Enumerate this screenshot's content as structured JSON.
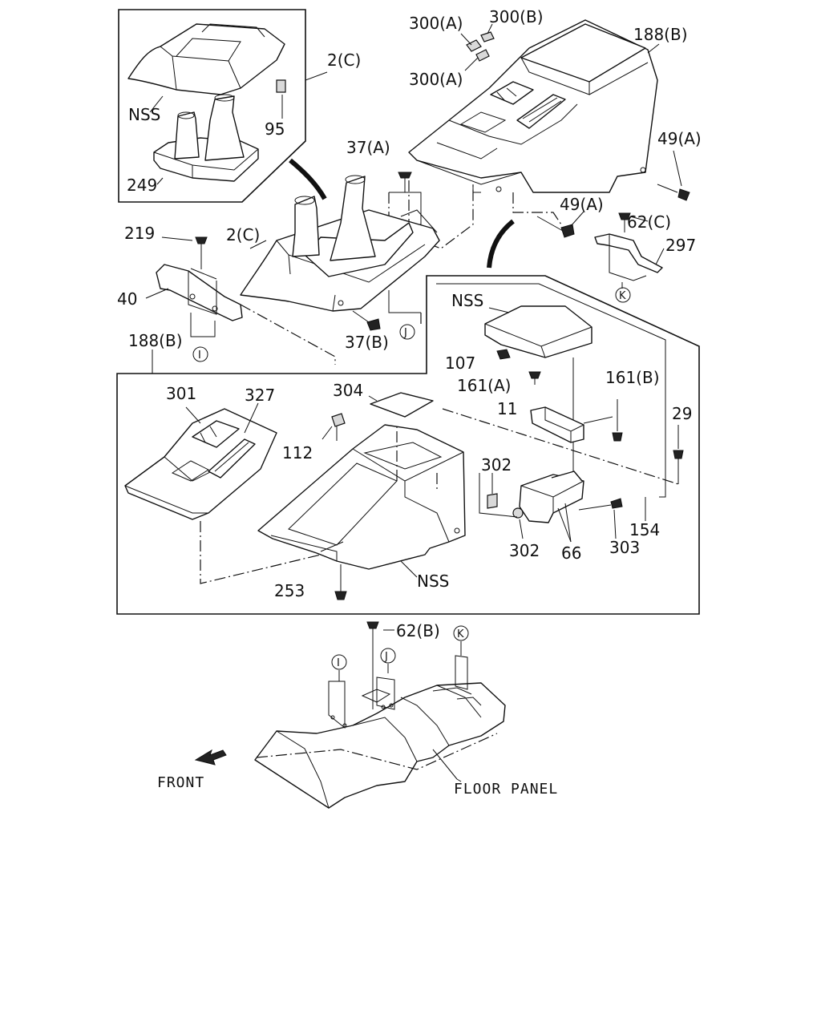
{
  "diagram": {
    "labels": {
      "l300a_top": "300(A)",
      "l300b": "300(B)",
      "l300a_bot": "300(A)",
      "l188b_top": "188(B)",
      "l2c_top": "2(C)",
      "lnss_top": "NSS",
      "l95": "95",
      "l249": "249",
      "l37a": "37(A)",
      "l49a_right": "49(A)",
      "l49a_mid": "49(A)",
      "l62c": "62(C)",
      "l297": "297",
      "l219": "219",
      "l2c_mid": "2(C)",
      "l40": "40",
      "l37b": "37(B)",
      "l188b_mid": "188(B)",
      "lnss_lid": "NSS",
      "l107": "107",
      "l161a": "161(A)",
      "l161b": "161(B)",
      "l11": "11",
      "l29": "29",
      "l301": "301",
      "l327": "327",
      "l304": "304",
      "l112": "112",
      "l302_top": "302",
      "l302_bot": "302",
      "l66": "66",
      "l303": "303",
      "l154": "154",
      "lnss_console": "NSS",
      "l253": "253",
      "l62b": "62(B)",
      "front": "FRONT",
      "floor_panel": "FLOOR PANEL"
    },
    "markers": {
      "k_top": "K",
      "j_mid": "J",
      "i_mid": "I",
      "i_bot": "I",
      "j_bot": "J",
      "k_bot": "K"
    }
  }
}
